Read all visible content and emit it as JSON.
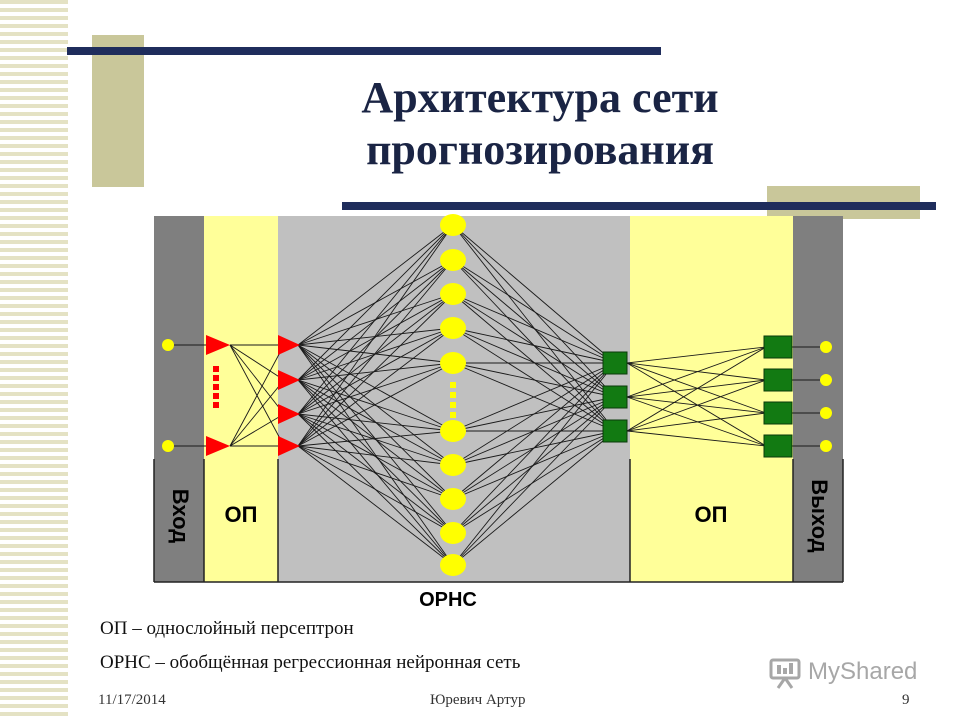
{
  "slide": {
    "title_line1": "Архитектура сети",
    "title_line2": "прогнозирования"
  },
  "diagram": {
    "input_label": "Вход",
    "output_label": "Выход",
    "left_op_label": "ОП",
    "right_op_label": "ОП",
    "center_label": "ОРНС",
    "colors": {
      "gray_band": "#7f7f7f",
      "yellow_band": "#ffff99",
      "center_band": "#c0c0c0",
      "node_yellow": "#ffff00",
      "triangle_red": "#ff0000",
      "square_green": "#127a12"
    }
  },
  "legend": {
    "line1": "ОП – однослойный персептрон",
    "line2": "ОРНС – обобщённая регрессионная нейронная сеть"
  },
  "footer": {
    "date": "11/17/2014",
    "author": "Юревич Артур",
    "page": "9"
  },
  "watermark": {
    "text": "MyShared"
  }
}
